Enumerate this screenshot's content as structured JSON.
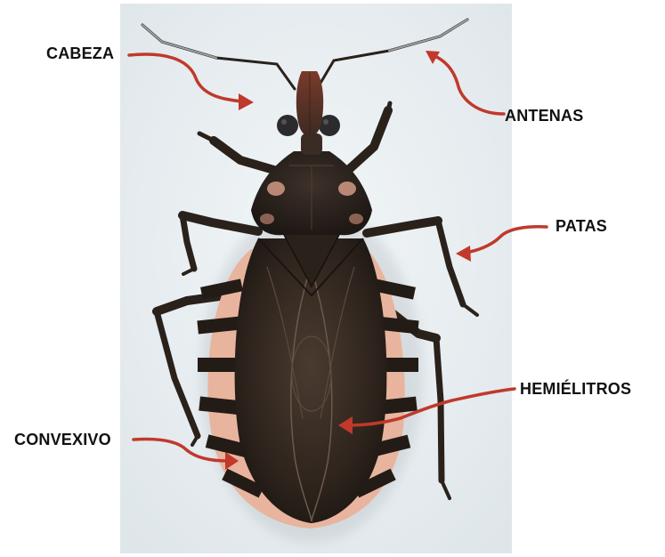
{
  "labels": {
    "head": "CABEZA",
    "antennae": "ANTENAS",
    "legs": "PATAS",
    "hemelytra": "HEMIÉLITROS",
    "connexivum": "CONVEXIVO"
  },
  "colors": {
    "arrow": "#c0392b",
    "label_text": "#111111",
    "photo_background": "#e9eef1",
    "insect_dark": "#2a211b",
    "insect_pale": "#e8b49e"
  }
}
